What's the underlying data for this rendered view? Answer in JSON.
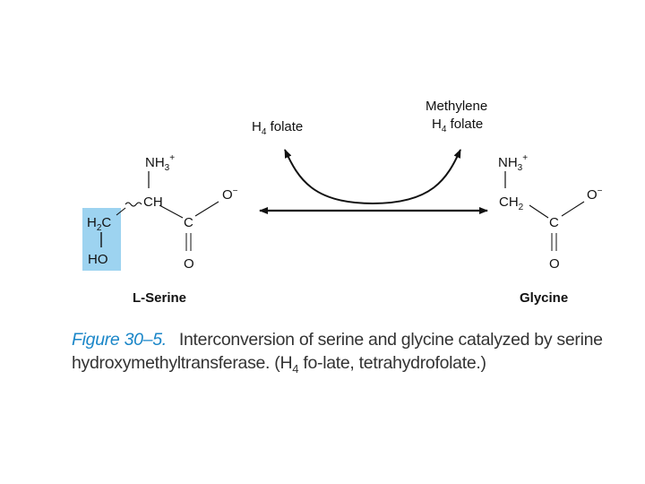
{
  "diagram": {
    "serine": {
      "amino": "NH",
      "amino_sub": "3",
      "amino_sup": "+",
      "alpha": "CH",
      "side_chain_carbon": "H",
      "side_chain_sub": "2",
      "side_chain_c": "C",
      "hydroxyl": "HO",
      "carbonyl_c": "C",
      "carbonyl_o": "O",
      "carboxylate_o": "O",
      "carboxylate_charge": "−",
      "name": "L-Serine",
      "highlight_color": "#9dd3f0"
    },
    "glycine": {
      "amino": "NH",
      "amino_sub": "3",
      "amino_sup": "+",
      "alpha": "CH",
      "alpha_sub": "2",
      "carbonyl_c": "C",
      "carbonyl_o": "O",
      "carboxylate_o": "O",
      "carboxylate_charge": "−",
      "name": "Glycine"
    },
    "cofactor_left": {
      "prefix": "H",
      "sub": "4",
      "suffix": " folate"
    },
    "cofactor_right_line1": "Methylene",
    "cofactor_right_line2": {
      "prefix": "H",
      "sub": "4",
      "suffix": " folate"
    }
  },
  "caption": {
    "figure_number": "Figure 30–5.",
    "text_part1": "Interconversion of serine and glycine catalyzed by serine hydroxymethyltransferase. (H",
    "text_sub": "4",
    "text_part2": " fo-late, tetrahydrofolate.)"
  }
}
